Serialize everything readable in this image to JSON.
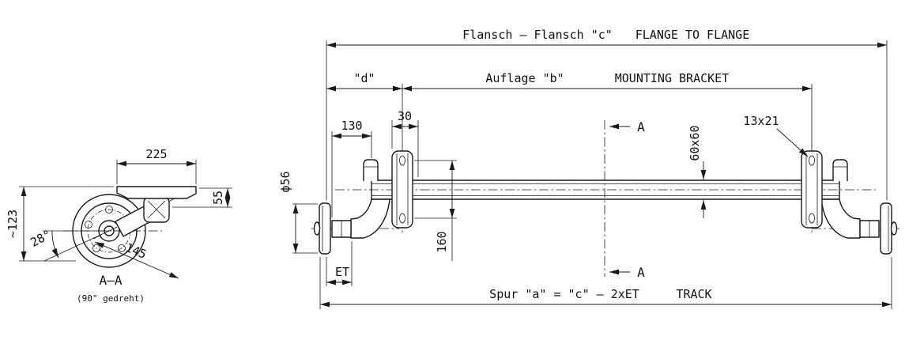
{
  "drawing": {
    "bg": "#ffffff",
    "ink": "#1a1a1a",
    "section_view": {
      "dim_width": "225",
      "dim_height": "~123",
      "dim_angle": "28°",
      "dim_arm": "145",
      "dim_pad": "55",
      "title": "A–A",
      "subtitle": "(90° gedreht)"
    },
    "front_view": {
      "flange_to_flange_de": "Flansch – Flansch \"c\"",
      "flange_to_flange_en": "FLANGE TO FLANGE",
      "dim_d": "\"d\"",
      "mounting_bracket_de": "Auflage \"b\"",
      "mounting_bracket_en": "MOUNTING BRACKET",
      "dim_130": "130",
      "dim_30": "30",
      "slot_size": "13x21",
      "tube_size": "60x60",
      "section_label_top": "A",
      "section_label_bottom": "A",
      "spindle_dia": "ϕ56",
      "dim_160": "160",
      "dim_et": "ET",
      "track_de": "Spur \"a\" = \"c\" – 2xET",
      "track_en": "TRACK"
    }
  }
}
